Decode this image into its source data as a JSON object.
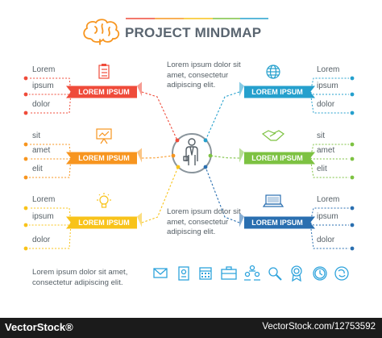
{
  "title": "PROJECT MINDMAP",
  "colors": {
    "red": "#ef4b3a",
    "orange": "#f7951f",
    "yellow": "#f8c31a",
    "blue": "#25a0cd",
    "green": "#7dc242",
    "navy": "#2a6fb0",
    "text": "#555f66",
    "icon": "#2ea3dc"
  },
  "branches": [
    {
      "side": "left",
      "color": "red",
      "label": "LOREM IPSUM",
      "icon": "clipboard-icon",
      "items": [
        "Lorem",
        "ipsum",
        "dolor"
      ]
    },
    {
      "side": "left",
      "color": "orange",
      "label": "LOREM IPSUM",
      "icon": "presentation-icon",
      "items": [
        "sit",
        "amet",
        "elit"
      ]
    },
    {
      "side": "left",
      "color": "yellow",
      "label": "LOREM IPSUM",
      "icon": "lightbulb-icon",
      "items": [
        "Lorem",
        "ipsum",
        "dolor"
      ]
    },
    {
      "side": "right",
      "color": "blue",
      "label": "LOREM IPSUM",
      "icon": "globe-icon",
      "items": [
        "Lorem",
        "ipsum",
        "dolor"
      ]
    },
    {
      "side": "right",
      "color": "green",
      "label": "LOREM IPSUM",
      "icon": "handshake-icon",
      "items": [
        "sit",
        "amet",
        "elit"
      ]
    },
    {
      "side": "right",
      "color": "navy",
      "label": "LOREM IPSUM",
      "icon": "laptop-icon",
      "items": [
        "Lorem",
        "ipsum",
        "dolor"
      ]
    }
  ],
  "descriptions": {
    "top": "Lorem ipsum dolor sit amet, consectetur adipiscing elit.",
    "bottom": "Lorem ipsum dolor sit amet, consectetur adipiscing elit."
  },
  "footer_text": "Lorem ipsum dolor sit amet, consectetur adipiscing elit.",
  "bottom_icons": [
    "envelope-icon",
    "id-card-icon",
    "calendar-icon",
    "briefcase-icon",
    "team-hierarchy-icon",
    "magnifier-icon",
    "award-medal-icon",
    "clock-icon",
    "refresh-globe-icon"
  ],
  "center_icon": "businessman-icon",
  "logo_icon": "brain-icon",
  "watermark": {
    "left": "VectorStock®",
    "right": "VectorStock.com/12753592"
  }
}
